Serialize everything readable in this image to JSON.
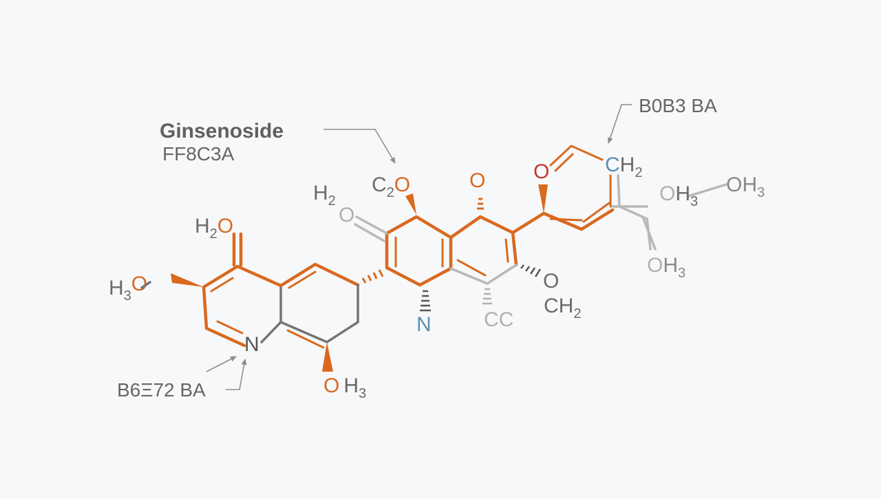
{
  "title": {
    "name": "Ginsenoside",
    "code": "FF8C3A"
  },
  "annotations": {
    "top_right": "B0B3  BA",
    "bottom_left": "B6Ξ72 BA"
  },
  "atoms": {
    "h3o_left": {
      "main": "H",
      "sub": "3",
      "tail": "O"
    },
    "h2o_top": {
      "main": "H",
      "sub": "2",
      "tail": "O"
    },
    "n_ring": "N",
    "oh3_bottom": {
      "o": "O",
      "h": "H",
      "sub": "3"
    },
    "h2_upper": {
      "main": "H",
      "sub": "2"
    },
    "o_small": "O",
    "c2o": {
      "c": "C",
      "sub": "2",
      "o": "O"
    },
    "o_center": "O",
    "n_blue": "N",
    "cc": "CC",
    "o_ring_red": "O",
    "ch2_blue": {
      "c": "C",
      "h": "H",
      "sub": "2"
    },
    "oh3_right": {
      "o": "O",
      "h": "H",
      "sub": "3"
    },
    "oh3_far": {
      "o": "OH",
      "sub": "3"
    },
    "oh3_lower": {
      "o": "O",
      "h": "H",
      "sub": "3"
    },
    "o_right": "O",
    "ch2_right": {
      "main": "CH",
      "sub": "2"
    }
  },
  "colors": {
    "orange": "#d9691f",
    "gray": "#757575",
    "light_gray": "#b8b8b8",
    "blue": "#5b8fb3",
    "red": "#c0392b",
    "text": "#666666"
  }
}
